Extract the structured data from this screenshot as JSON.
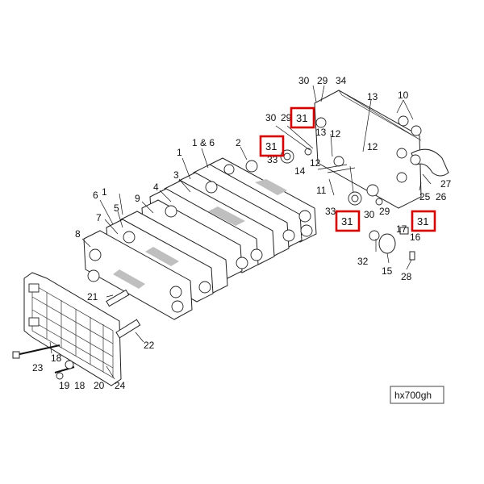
{
  "drawing_id": "hx700gh",
  "highlight_color": "#d40000",
  "callouts": [
    {
      "id": "c30a",
      "text": "30"
    },
    {
      "id": "c29a",
      "text": "29"
    },
    {
      "id": "c34",
      "text": "34"
    },
    {
      "id": "c30b",
      "text": "30"
    },
    {
      "id": "c29b",
      "text": "29"
    },
    {
      "id": "c13a",
      "text": "13"
    },
    {
      "id": "c10",
      "text": "10"
    },
    {
      "id": "c13b",
      "text": "13"
    },
    {
      "id": "c12a",
      "text": "12"
    },
    {
      "id": "c12b",
      "text": "12"
    },
    {
      "id": "c12c",
      "text": "12"
    },
    {
      "id": "c33a",
      "text": "33"
    },
    {
      "id": "c14",
      "text": "14"
    },
    {
      "id": "c11",
      "text": "11"
    },
    {
      "id": "c27",
      "text": "27"
    },
    {
      "id": "c25",
      "text": "25"
    },
    {
      "id": "c26",
      "text": "26"
    },
    {
      "id": "c1and6",
      "text": "1 & 6"
    },
    {
      "id": "c2",
      "text": "2"
    },
    {
      "id": "c1a",
      "text": "1"
    },
    {
      "id": "c3",
      "text": "3"
    },
    {
      "id": "c4",
      "text": "4"
    },
    {
      "id": "c9",
      "text": "9"
    },
    {
      "id": "c6",
      "text": "6"
    },
    {
      "id": "c1b",
      "text": "1"
    },
    {
      "id": "c7",
      "text": "7"
    },
    {
      "id": "c5",
      "text": "5"
    },
    {
      "id": "c8",
      "text": "8"
    },
    {
      "id": "c33b",
      "text": "33"
    },
    {
      "id": "c30c",
      "text": "30"
    },
    {
      "id": "c29c",
      "text": "29"
    },
    {
      "id": "c17",
      "text": "17"
    },
    {
      "id": "c16",
      "text": "16"
    },
    {
      "id": "c32",
      "text": "32"
    },
    {
      "id": "c15",
      "text": "15"
    },
    {
      "id": "c28",
      "text": "28"
    },
    {
      "id": "c21",
      "text": "21"
    },
    {
      "id": "c22",
      "text": "22"
    },
    {
      "id": "c18a",
      "text": "18"
    },
    {
      "id": "c23",
      "text": "23"
    },
    {
      "id": "c19",
      "text": "19"
    },
    {
      "id": "c18b",
      "text": "18"
    },
    {
      "id": "c20",
      "text": "20"
    },
    {
      "id": "c24",
      "text": "24"
    }
  ],
  "highlighted_callouts": [
    {
      "id": "h31a",
      "text": "31"
    },
    {
      "id": "h31b",
      "text": "31"
    },
    {
      "id": "h31c",
      "text": "31"
    },
    {
      "id": "h31d",
      "text": "31"
    }
  ]
}
